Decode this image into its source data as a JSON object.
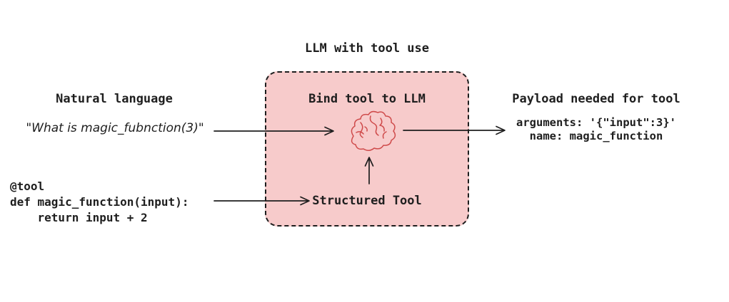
{
  "title": "LLM with tool use",
  "left": {
    "heading": "Natural language",
    "quote": "\"What is magic_fubnction(3)\"",
    "code": {
      "line1": "@tool",
      "line2": "def magic_function(input):",
      "line3": "    return input + 2"
    }
  },
  "box": {
    "heading": "Bind tool to LLM",
    "tool_label": "Structured Tool",
    "icon": "brain-icon"
  },
  "right": {
    "heading": "Payload needed for tool",
    "line1": "arguments: '{\"input\":3}'",
    "line2": "name: magic_function"
  },
  "colors": {
    "background": "#ffffff",
    "text": "#1e1e1e",
    "box_fill": "#f7cbcb",
    "box_border": "#1e1e1e",
    "brain_stroke": "#cf4b4b",
    "arrow": "#1e1e1e"
  }
}
